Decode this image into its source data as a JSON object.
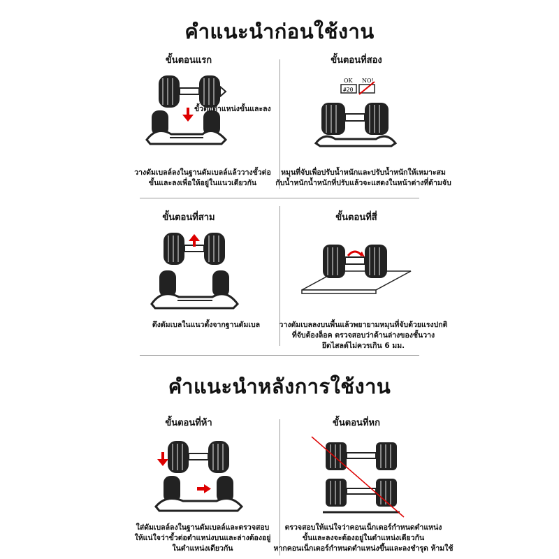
{
  "section1_title": "คำแนะนำก่อนใช้งาน",
  "section2_title": "คำแนะนำหลังการใช้งาน",
  "steps": [
    {
      "label": "ขั้นตอนแรก",
      "caption_line1": "วางดัมเบลล์ลงในฐานดัมเบลล์แล้ววางขั้วต่อ",
      "caption_line2": "ขั้นและลงเพื่อให้อยู่ในแนวเดียวกัน",
      "note": "ขั้วต่อตำแหน่งขั้นและลง"
    },
    {
      "label": "ขั้นตอนที่สอง",
      "caption_line1": "หมุนที่จับเพื่อปรับน้ำหนักและปรับน้ำหนักให้เหมาะสม",
      "caption_line2": "กับน้ำหนักน้ำหนักที่ปรับแล้วจะแสดงในหน้าต่างที่ด้ามจับ",
      "ok_label": "OK",
      "no_label": "NO!",
      "ok_value": "#20"
    },
    {
      "label": "ขั้นตอนที่สาม",
      "caption_line1": "ดึงดัมเบลในแนวตั้งจากฐานดัมเบล",
      "caption_line2": ""
    },
    {
      "label": "ขั้นตอนที่สี่",
      "caption_line1": "วางดัมเบลลงบนพื้นแล้วพยายามหมุนที่จับด้วยแรงปกติ",
      "caption_line2": "ที่จับต้องล็อค ตรวจสอบว่าด้านล่างของชั้นวาง",
      "caption_line3": "ยึดไสลด์ไม่ควรเกิน 6 มม."
    },
    {
      "label": "ขั้นตอนที่ห้า",
      "caption_line1": "ใส่ดัมเบลล์ลงในฐานดัมเบลล์และตรวจสอบ",
      "caption_line2": "ให้แน่ใจว่าขั้วต่อตำแหน่งบนและล่างต้องอยู่",
      "caption_line3": "ในตำแหน่งเดียวกัน"
    },
    {
      "label": "ขั้นตอนที่หก",
      "caption_line1": "ตรวจสอบให้แน่ใจว่าคอนเน็กเตอร์กำหนดตำแหน่ง",
      "caption_line2": "ขั้นและลงจะต้องอยู่ในตำแหน่งเดียวกัน",
      "caption_line3": "หากคอนเน็กเตอร์กำหนดตำแหน่งขึ้นและลงชำรุด ห้ามใช้"
    }
  ]
}
